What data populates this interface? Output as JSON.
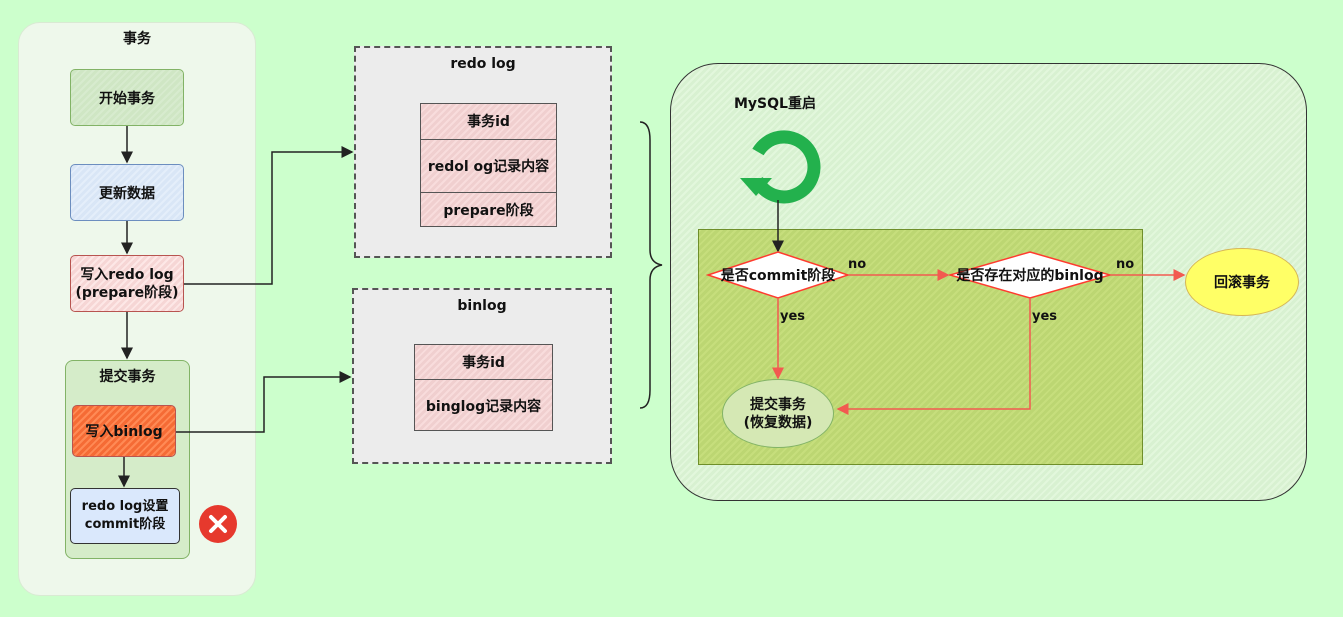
{
  "transaction": {
    "title": "事务",
    "begin": "开始事务",
    "update": "更新数据",
    "write_redo": "写入redo log\n(prepare阶段)",
    "commit_group": "提交事务",
    "write_binlog": "写入binlog",
    "set_commit": "redo log设置\ncommit阶段"
  },
  "redo_log": {
    "title": "redo log",
    "rows": [
      "事务id",
      "redol og记录内容",
      "prepare阶段"
    ]
  },
  "binlog": {
    "title": "binlog",
    "rows": [
      "事务id",
      "binglog记录内容"
    ]
  },
  "restart": {
    "title": "MySQL重启",
    "decision_commit": "是否commit阶段",
    "decision_binlog": "是否存在对应的binlog",
    "label_no1": "no",
    "label_no2": "no",
    "label_yes1": "yes",
    "label_yes2": "yes",
    "commit_result": "提交事务\n(恢复数据)",
    "rollback": "回滚事务"
  },
  "colors": {
    "background": "#ccffcc",
    "arrow_red": "#f25a50",
    "error_red": "#e6392d",
    "refresh_green": "#23b14d",
    "rollback_yellow": "#ffff66"
  },
  "icons": [
    "refresh-icon",
    "error-x-icon"
  ]
}
